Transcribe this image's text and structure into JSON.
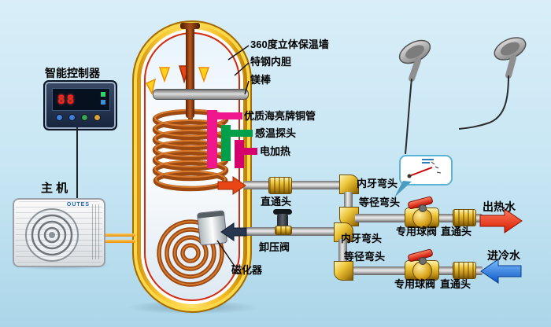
{
  "tank": {
    "labels": {
      "insulation_wall": "360度立体保温墙",
      "steel_liner": "特钢内胆",
      "magnesium_rod": "镁棒",
      "copper_coil": "优质海亮牌铜管",
      "temp_probe": "感温探头",
      "electric_heater": "电加热",
      "magnetizer": "磁化器"
    }
  },
  "controller": {
    "label": "智能控制器",
    "display_digits": "88"
  },
  "main_unit": {
    "label": "主 机",
    "brand": "OUTES"
  },
  "piping": {
    "hot_line": {
      "straight_joint": "直通头",
      "inner_elbow": "内牙弯头",
      "equal_elbow": "等径弯头",
      "ball_valve": "专用球阀",
      "straight_joint_2": "直通头",
      "outlet": "出热水"
    },
    "cold_line": {
      "relief_valve": "卸压阀",
      "inner_elbow": "内牙弯头",
      "equal_elbow": "等径弯头",
      "ball_valve": "专用球阀",
      "straight_joint": "直通头",
      "inlet": "进冷水"
    }
  },
  "colors": {
    "hot": "#d61c02",
    "cold": "#0b55c4",
    "brass": "#d9a31b",
    "probe_green": "#00a04a",
    "coil_pink": "#f0168c",
    "heater_magenta": "#d4006e"
  }
}
